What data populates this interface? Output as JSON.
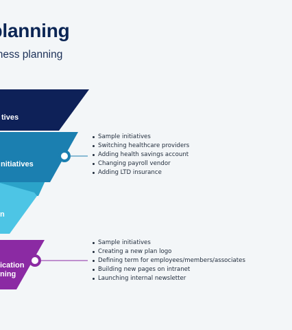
{
  "header": {
    "title": "usiness planning",
    "subtitle": "d influence business planning"
  },
  "funnel": {
    "tiers": [
      {
        "label": "tives",
        "color": "#0e2158"
      },
      {
        "label": "nitiatives",
        "color": "#1b7fb0"
      },
      {
        "label": "",
        "color": "#2ba3c9"
      },
      {
        "label": "n",
        "color": "#4dc5e5"
      },
      {
        "label_lines": [
          "ication",
          "ning"
        ],
        "color": "#8b2aa3"
      }
    ],
    "connector_colors": {
      "blue": "#1b7fb0",
      "purple": "#8b2aa3"
    }
  },
  "callouts": [
    {
      "items": [
        "Sample initiatives",
        "Switching healthcare providers",
        "Adding health savings account",
        "Changing payroll vendor",
        "Adding LTD insurance"
      ]
    },
    {
      "items": [
        "Sample initiatives",
        "Creating a new plan logo",
        "Defining term for employees/members/associates",
        "Building new pages on intranet",
        "Launching internal newsletter"
      ]
    }
  ]
}
